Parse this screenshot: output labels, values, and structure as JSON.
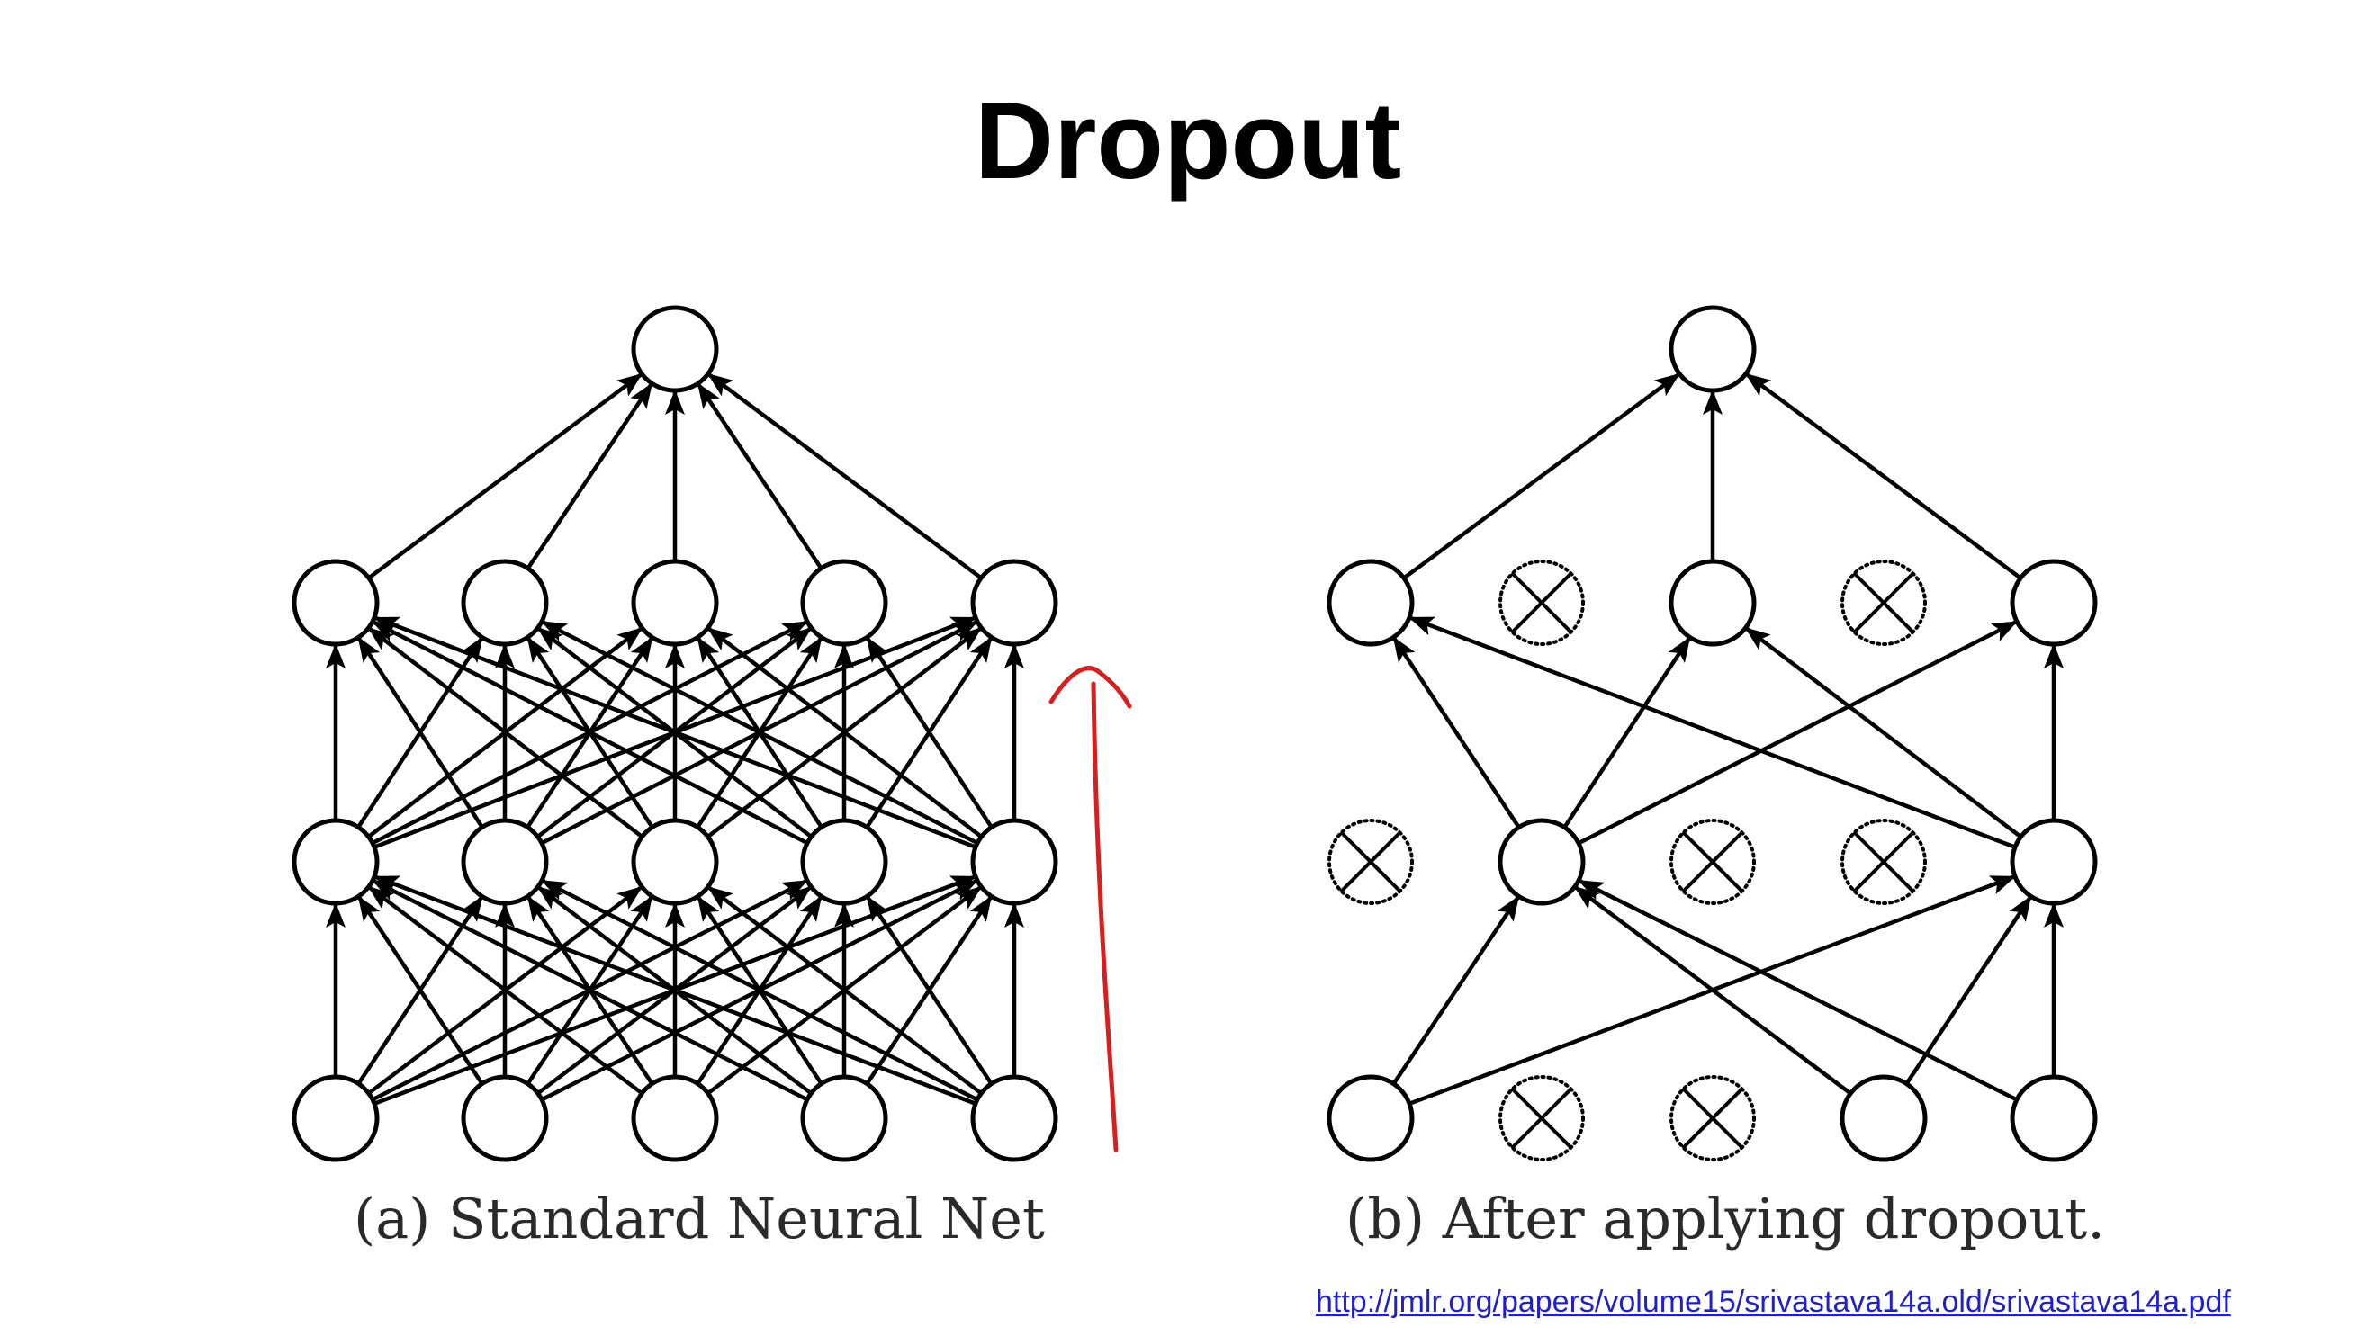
{
  "title": "Dropout",
  "captions": {
    "a": "(a) Standard Neural Net",
    "b": "(b) After applying dropout."
  },
  "link": "http://jmlr.org/papers/volume15/srivastava14a.old/srivastava14a.pdf",
  "colors": {
    "ink": "#000000",
    "annotation": "#d62020",
    "link": "#1f1fcc"
  },
  "icons": {
    "dropped_unit": "cross-circle-icon",
    "annotation": "hand-drawn-arrow-icon"
  },
  "networks": [
    {
      "id": "standard",
      "layers": [
        {
          "units": 5,
          "dropped": [
            false,
            false,
            false,
            false,
            false
          ]
        },
        {
          "units": 5,
          "dropped": [
            false,
            false,
            false,
            false,
            false
          ]
        },
        {
          "units": 5,
          "dropped": [
            false,
            false,
            false,
            false,
            false
          ]
        },
        {
          "units": 1,
          "dropped": [
            false
          ]
        }
      ]
    },
    {
      "id": "dropout",
      "layers": [
        {
          "units": 5,
          "dropped": [
            false,
            true,
            true,
            false,
            false
          ]
        },
        {
          "units": 5,
          "dropped": [
            true,
            false,
            true,
            true,
            false
          ]
        },
        {
          "units": 5,
          "dropped": [
            false,
            true,
            false,
            true,
            false
          ]
        },
        {
          "units": 1,
          "dropped": [
            false
          ]
        }
      ]
    }
  ]
}
